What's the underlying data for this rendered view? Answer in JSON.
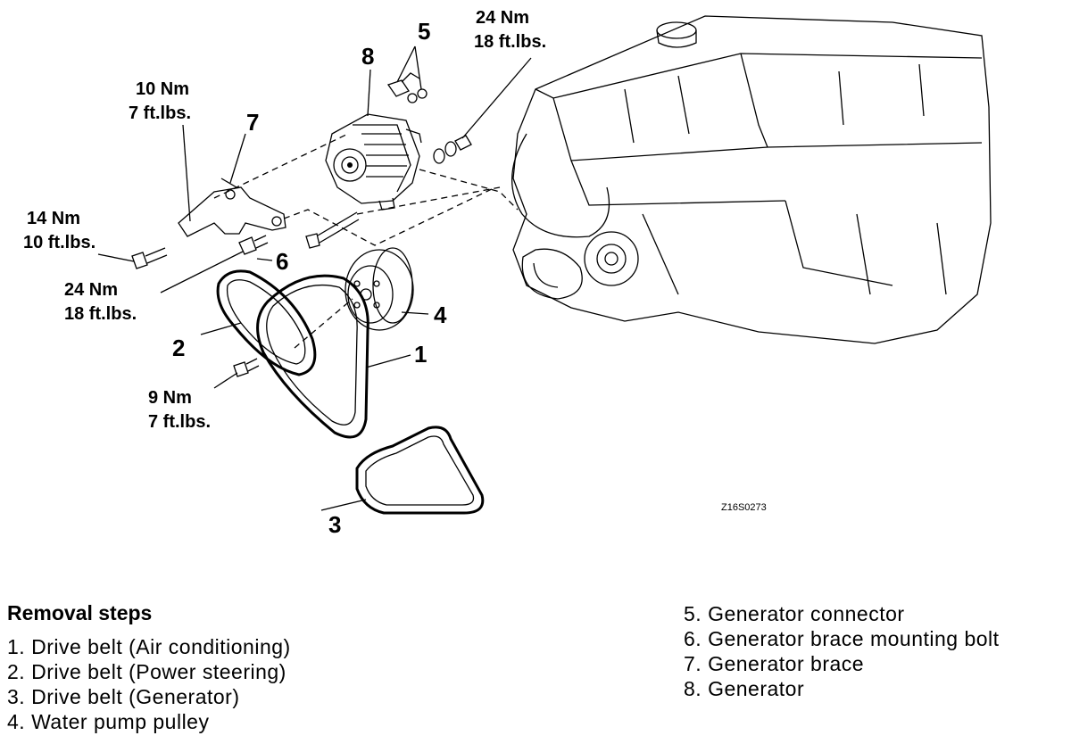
{
  "diagram": {
    "callouts": {
      "c1": "1",
      "c2": "2",
      "c3": "3",
      "c4": "4",
      "c5": "5",
      "c6": "6",
      "c7": "7",
      "c8": "8"
    },
    "torques": {
      "t_top_line1": "24 Nm",
      "t_top_line2": "18 ft.lbs.",
      "t_brace_line1": "10 Nm",
      "t_brace_line2": "7 ft.lbs.",
      "t_left_line1": "14 Nm",
      "t_left_line2": "10 ft.lbs.",
      "t_mid_line1": "24 Nm",
      "t_mid_line2": "18 ft.lbs.",
      "t_low_line1": "9 Nm",
      "t_low_line2": "7 ft.lbs."
    },
    "code": "Z16S0273"
  },
  "removal": {
    "title": "Removal steps",
    "steps": [
      {
        "num": "1.",
        "label": "Drive belt (Air conditioning)"
      },
      {
        "num": "2.",
        "label": "Drive belt (Power steering)"
      },
      {
        "num": "3.",
        "label": "Drive belt (Generator)"
      },
      {
        "num": "4.",
        "label": "Water pump pulley"
      },
      {
        "num": "5.",
        "label": "Generator connector"
      },
      {
        "num": "6.",
        "label": "Generator brace mounting bolt"
      },
      {
        "num": "7.",
        "label": "Generator brace"
      },
      {
        "num": "8.",
        "label": "Generator"
      }
    ]
  }
}
